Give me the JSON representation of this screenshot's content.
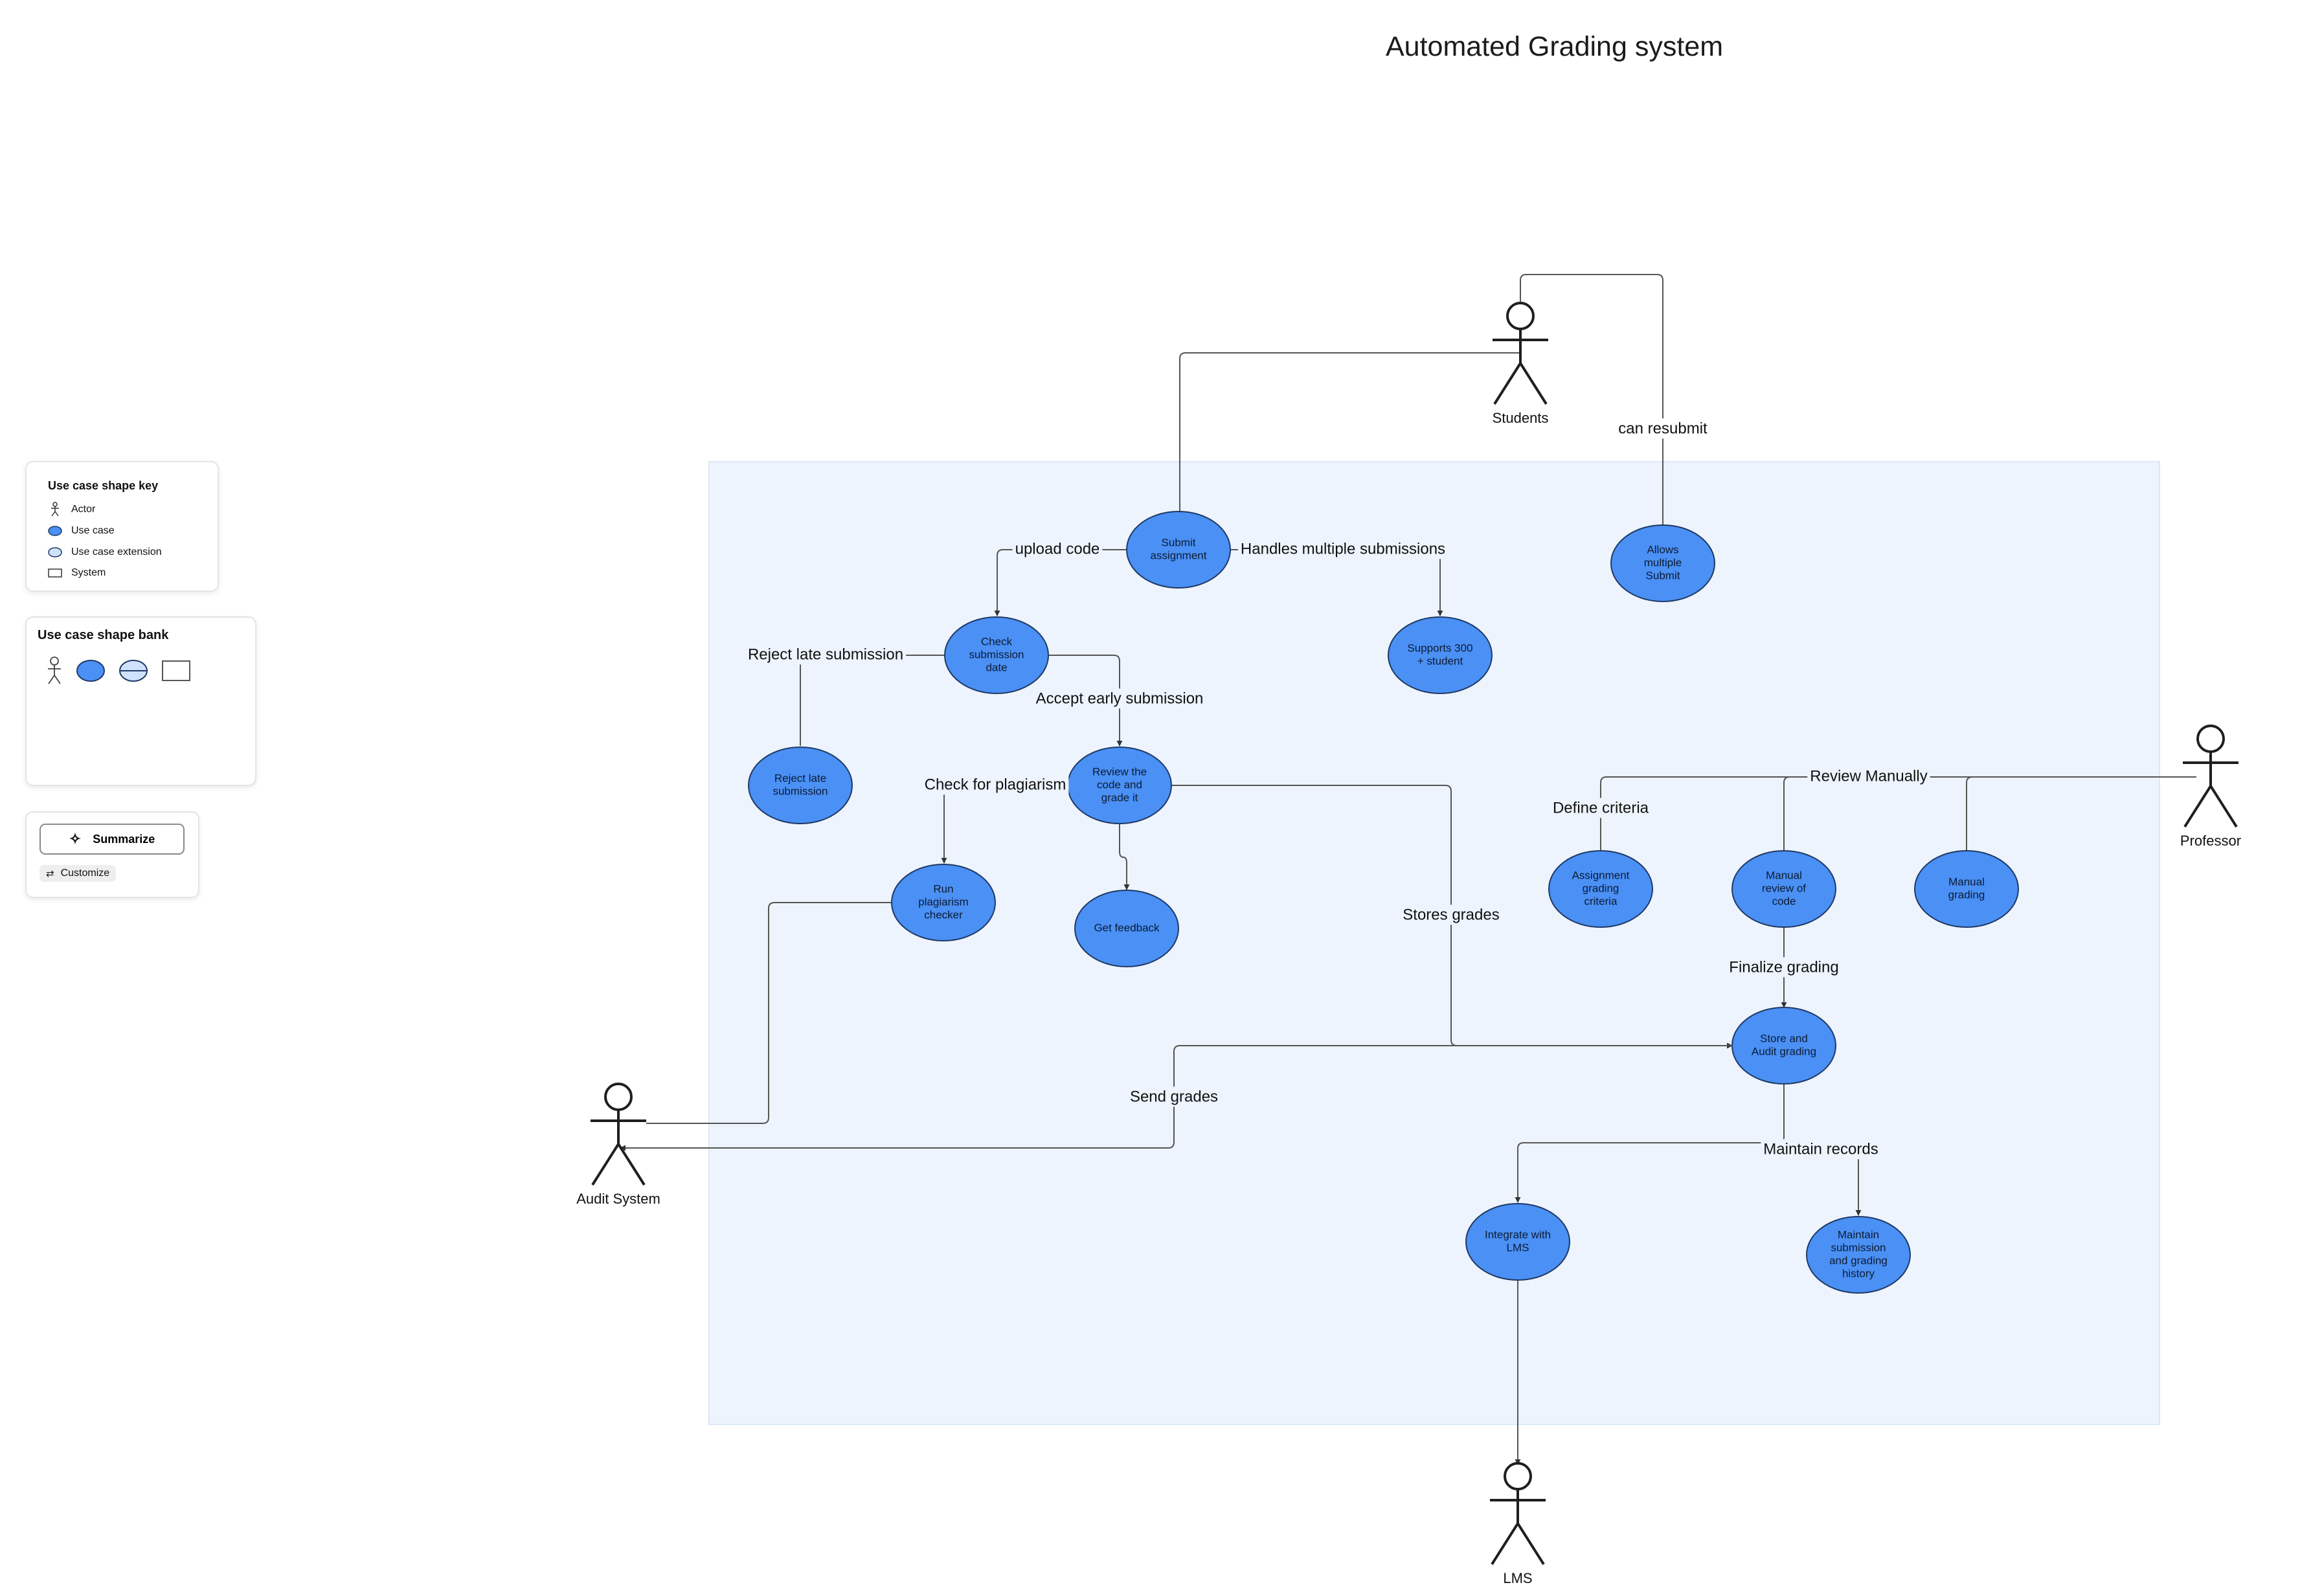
{
  "title": "Automated Grading system",
  "legend": {
    "title": "Use case shape key",
    "items": [
      {
        "icon": "actor-icon",
        "label": "Actor"
      },
      {
        "icon": "use-case-icon",
        "label": "Use case"
      },
      {
        "icon": "use-case-extension-icon",
        "label": "Use case extension"
      },
      {
        "icon": "system-icon",
        "label": "System"
      }
    ]
  },
  "shape_bank": {
    "title": "Use case shape bank",
    "shapes": [
      "actor-icon",
      "use-case-icon",
      "use-case-extension-icon",
      "system-icon"
    ]
  },
  "actions": {
    "summarize": "Summarize",
    "customize": "Customize"
  },
  "colors": {
    "use_case_fill": "#4a90f5",
    "use_case_stroke": "#1f3a66",
    "system_fill": "#edf4fd",
    "connector": "#555555",
    "actor": "#1f1f1f"
  },
  "actors": [
    {
      "id": "students",
      "label": "Students"
    },
    {
      "id": "professor",
      "label": "Professor"
    },
    {
      "id": "audit",
      "label": "Audit System"
    },
    {
      "id": "lms",
      "label": "LMS"
    }
  ],
  "use_cases": [
    {
      "id": "submit",
      "lines": [
        "Submit",
        "assignment"
      ]
    },
    {
      "id": "allows",
      "lines": [
        "Allows",
        "multiple",
        "Submit"
      ]
    },
    {
      "id": "check",
      "lines": [
        "Check",
        "submission",
        "date"
      ]
    },
    {
      "id": "supports",
      "lines": [
        "Supports 300",
        "+ student"
      ]
    },
    {
      "id": "reject",
      "lines": [
        "Reject late",
        "submission"
      ]
    },
    {
      "id": "review",
      "lines": [
        "Review the",
        "code and",
        "grade it"
      ]
    },
    {
      "id": "plag",
      "lines": [
        "Run",
        "plagiarism",
        "checker"
      ]
    },
    {
      "id": "feedback",
      "lines": [
        "Get feedback"
      ]
    },
    {
      "id": "criteria",
      "lines": [
        "Assignment",
        "grading",
        "criteria"
      ]
    },
    {
      "id": "manual_review",
      "lines": [
        "Manual",
        "review of",
        "code"
      ]
    },
    {
      "id": "manual_grading",
      "lines": [
        "Manual",
        "grading"
      ]
    },
    {
      "id": "store",
      "lines": [
        "Store and",
        "Audit grading"
      ]
    },
    {
      "id": "lms_int",
      "lines": [
        "Integrate with",
        "LMS"
      ]
    },
    {
      "id": "maintain",
      "lines": [
        "Maintain",
        "submission",
        "and grading",
        "history"
      ]
    }
  ],
  "edge_labels": {
    "can_resubmit": "can resubmit",
    "upload_code": "upload code",
    "handles_multiple": "Handles multiple submissions",
    "reject_late": "Reject late submission",
    "accept_early": "Accept early submission",
    "check_plag": "Check for plagiarism",
    "review_manually": "Review Manually",
    "define_criteria": "Define criteria",
    "stores_grades": "Stores grades",
    "finalize_grading": "Finalize grading",
    "send_grades": "Send grades",
    "maintain_records": "Maintain records"
  }
}
